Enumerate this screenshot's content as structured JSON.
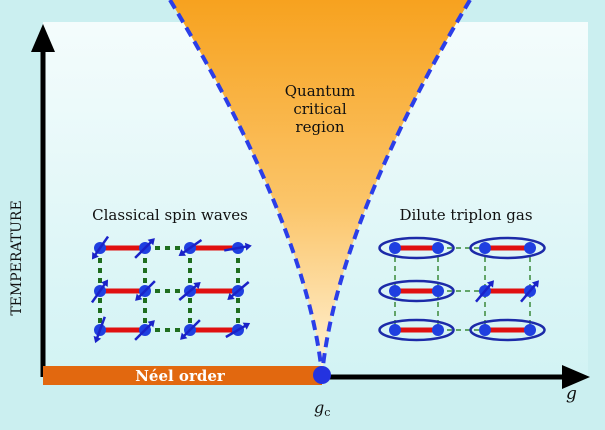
{
  "axes": {
    "y_label": "TEMPERATURE",
    "x_label": "g",
    "critical_point_label": "g",
    "critical_point_subscript": "c"
  },
  "regions": {
    "quantum_critical": [
      "Quantum",
      "critical",
      "region"
    ],
    "classical": "Classical spin waves",
    "triplon": "Dilute triplon gas",
    "neel": "Néel order"
  },
  "colors": {
    "background": "#cbeff0",
    "neel_bar": "#e2680f",
    "fan": "#f7a21f",
    "dashed_boundary": "#2b3ee8",
    "spin": "#1f3fe0",
    "bond": "#e01010",
    "dimer_ring": "#1c2aa8",
    "classical_link": "#1f6e1f"
  }
}
